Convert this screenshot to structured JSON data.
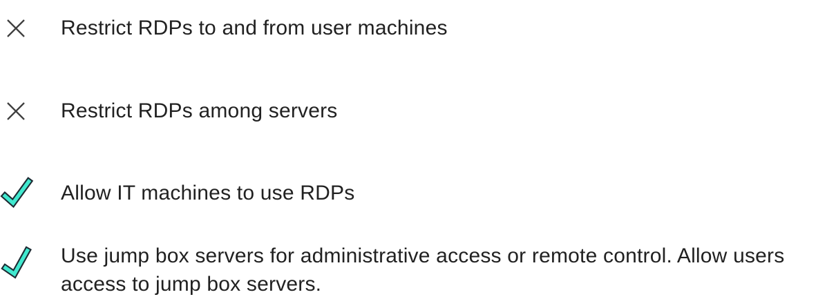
{
  "colors": {
    "background": "#ffffff",
    "text": "#212121",
    "x_icon": "#3f3f3f",
    "check_fill": "#40e9cf",
    "check_outline": "#1d2b33"
  },
  "checklist": {
    "items": [
      {
        "status": "not-allowed",
        "icon": "x-icon",
        "text": "Restrict RDPs to and from user machines"
      },
      {
        "status": "not-allowed",
        "icon": "x-icon",
        "text": "Restrict RDPs among servers"
      },
      {
        "status": "allowed",
        "icon": "check-icon",
        "text": "Allow IT machines to use RDPs"
      },
      {
        "status": "allowed",
        "icon": "check-icon",
        "text": "Use jump box servers for administrative access or remote control. Allow users access to jump box servers."
      }
    ]
  }
}
